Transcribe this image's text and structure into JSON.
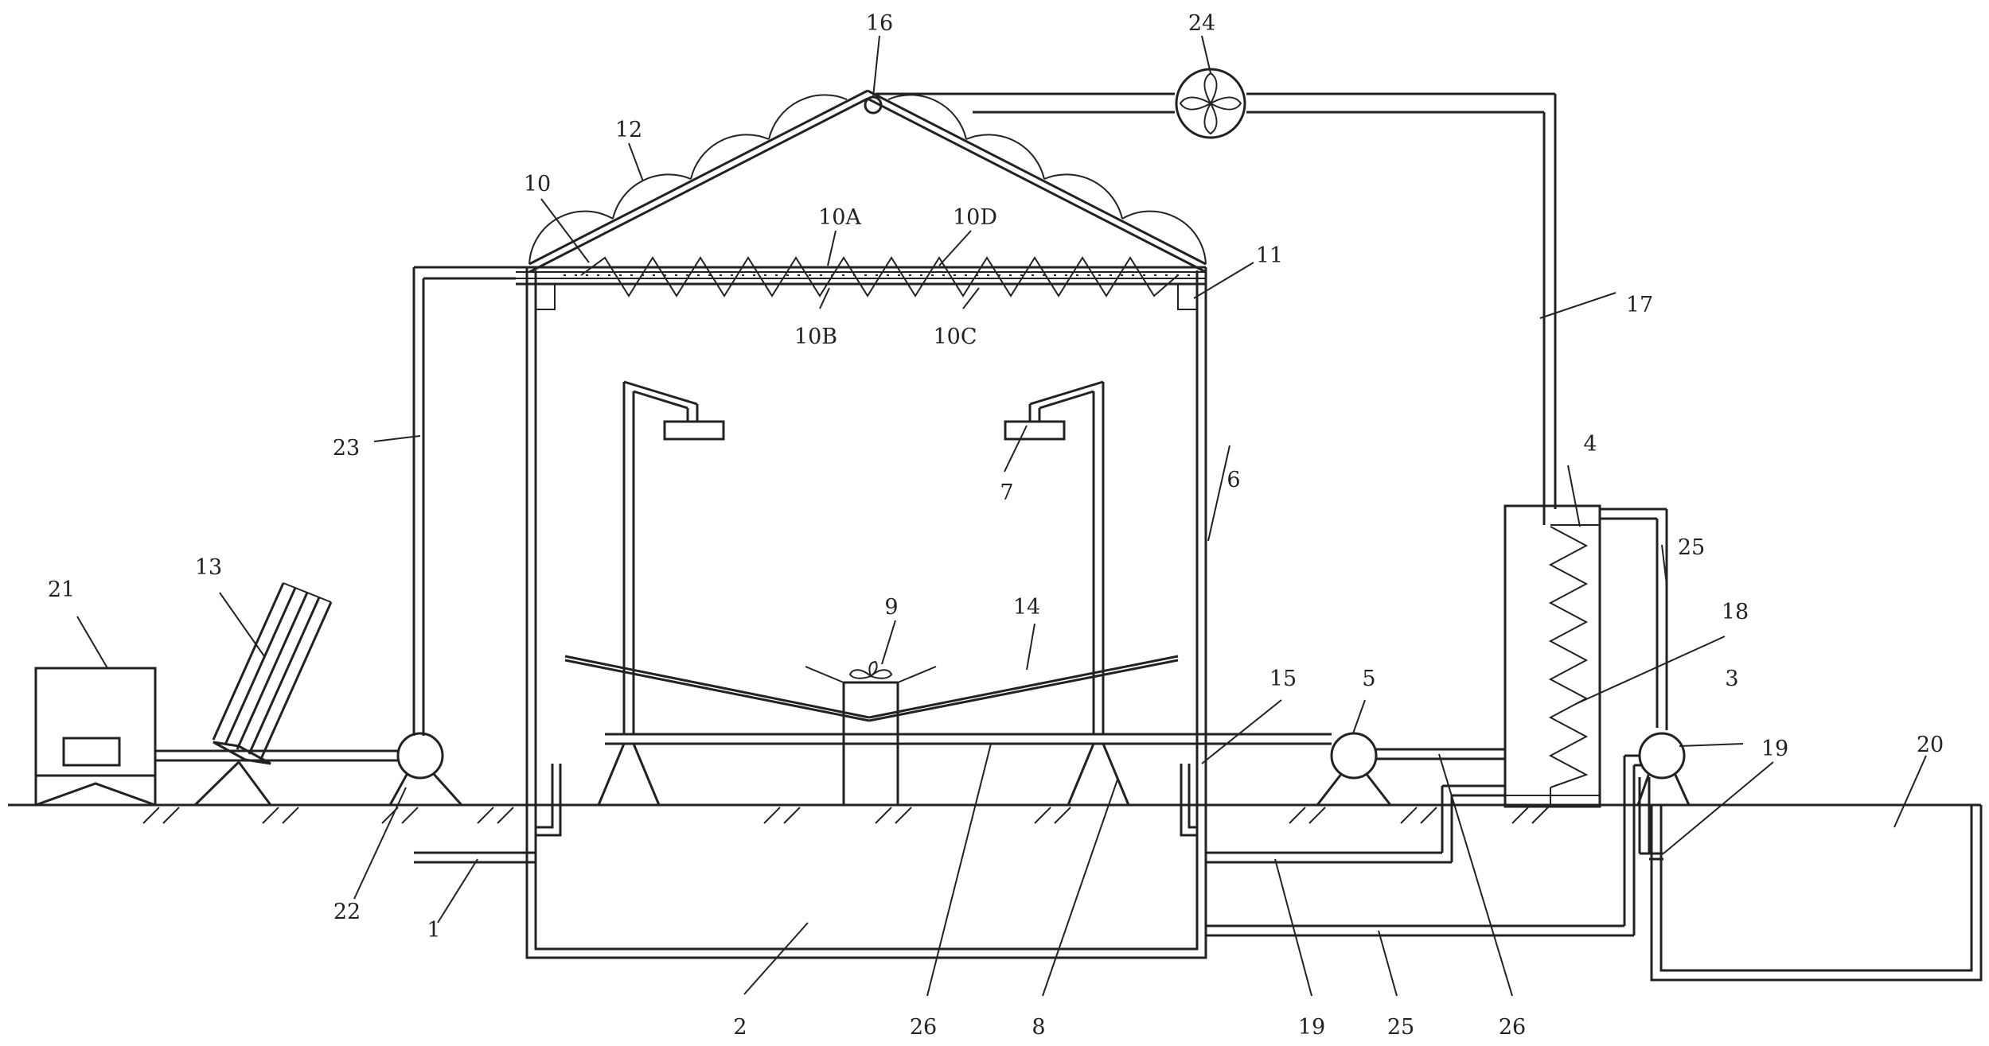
{
  "colors": {
    "line": "#222222",
    "background": "#ffffff"
  },
  "labels": {
    "l1": "1",
    "l2": "2",
    "l3": "3",
    "l4": "4",
    "l5": "5",
    "l6": "6",
    "l7": "7",
    "l8": "8",
    "l9": "9",
    "l10": "10",
    "l10a": "10A",
    "l10b": "10B",
    "l10c": "10C",
    "l10d": "10D",
    "l11": "11",
    "l12": "12",
    "l13": "13",
    "l14": "14",
    "l15": "15",
    "l16": "16",
    "l17": "17",
    "l18": "18",
    "l19a": "19",
    "l19b": "19",
    "l20": "20",
    "l21": "21",
    "l22": "22",
    "l23": "23",
    "l24": "24",
    "l25a": "25",
    "l25b": "25",
    "l26a": "26",
    "l26b": "26"
  }
}
